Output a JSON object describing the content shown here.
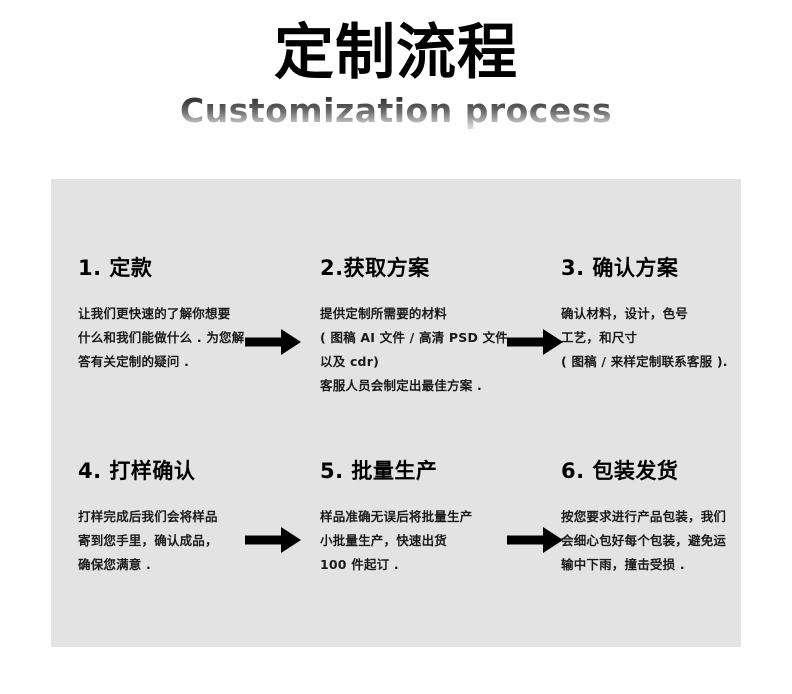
{
  "header": {
    "title_cn": "定制流程",
    "title_en": "Customization process"
  },
  "panel": {
    "background_color": "#e3e3e3"
  },
  "arrow": {
    "icon_name": "arrow-right-icon",
    "color": "#000000",
    "count": 4
  },
  "steps": [
    {
      "id": "step-1",
      "heading": "1. 定款",
      "lines": [
        "让我们更快速的了解你想要",
        "什么和我们能做什么 . 为您解",
        "答有关定制的疑问 ."
      ]
    },
    {
      "id": "step-2",
      "heading": "2.获取方案",
      "lines": [
        "提供定制所需要的材料",
        "( 图稿 AI 文件 / 高清 PSD 文件",
        "以及 cdr)",
        "客服人员会制定出最佳方案 ."
      ]
    },
    {
      "id": "step-3",
      "heading": "3. 确认方案",
      "lines": [
        "确认材料，设计，色号",
        "工艺，和尺寸",
        "( 图稿 / 来样定制联系客服 )."
      ]
    },
    {
      "id": "step-4",
      "heading": "4. 打样确认",
      "lines": [
        "打样完成后我们会将样品",
        "寄到您手里，确认成品，",
        "确保您满意 ."
      ]
    },
    {
      "id": "step-5",
      "heading": "5. 批量生产",
      "lines": [
        "样品准确无误后将批量生产",
        "小批量生产，快速出货",
        "100 件起订 ."
      ]
    },
    {
      "id": "step-6",
      "heading": "6. 包装发货",
      "lines": [
        "按您要求进行产品包装，我们",
        "会细心包好每个包装，避免运",
        "输中下雨，撞击受损 ."
      ]
    }
  ]
}
